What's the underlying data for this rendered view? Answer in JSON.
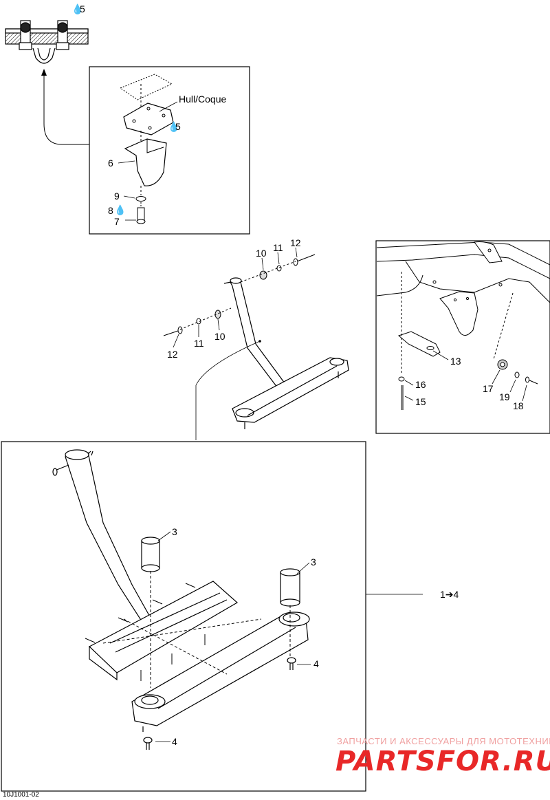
{
  "diagram": {
    "labels": {
      "hull": "Hull/Coque",
      "n5_top": "5",
      "n5_mid": "5",
      "n6": "6",
      "n9": "9",
      "n8": "8",
      "n7": "7",
      "n10a": "10",
      "n11a": "11",
      "n12a": "12",
      "n10b": "10",
      "n11b": "11",
      "n12b": "12",
      "n13": "13",
      "n16": "16",
      "n15": "15",
      "n17": "17",
      "n19": "19",
      "n18": "18",
      "n3a": "3",
      "n3b": "3",
      "range": "1➔4",
      "n4a": "4",
      "n4b": "4"
    },
    "figure_code": "10J1001-02"
  },
  "watermark": {
    "subtitle": "ЗАПЧАСТИ И АКСЕССУАРЫ ДЛЯ МОТОТЕХНИКИ",
    "logo": "PARTSFOR.RU"
  },
  "colors": {
    "line": "#000000",
    "watermark_red": "#e82828"
  }
}
